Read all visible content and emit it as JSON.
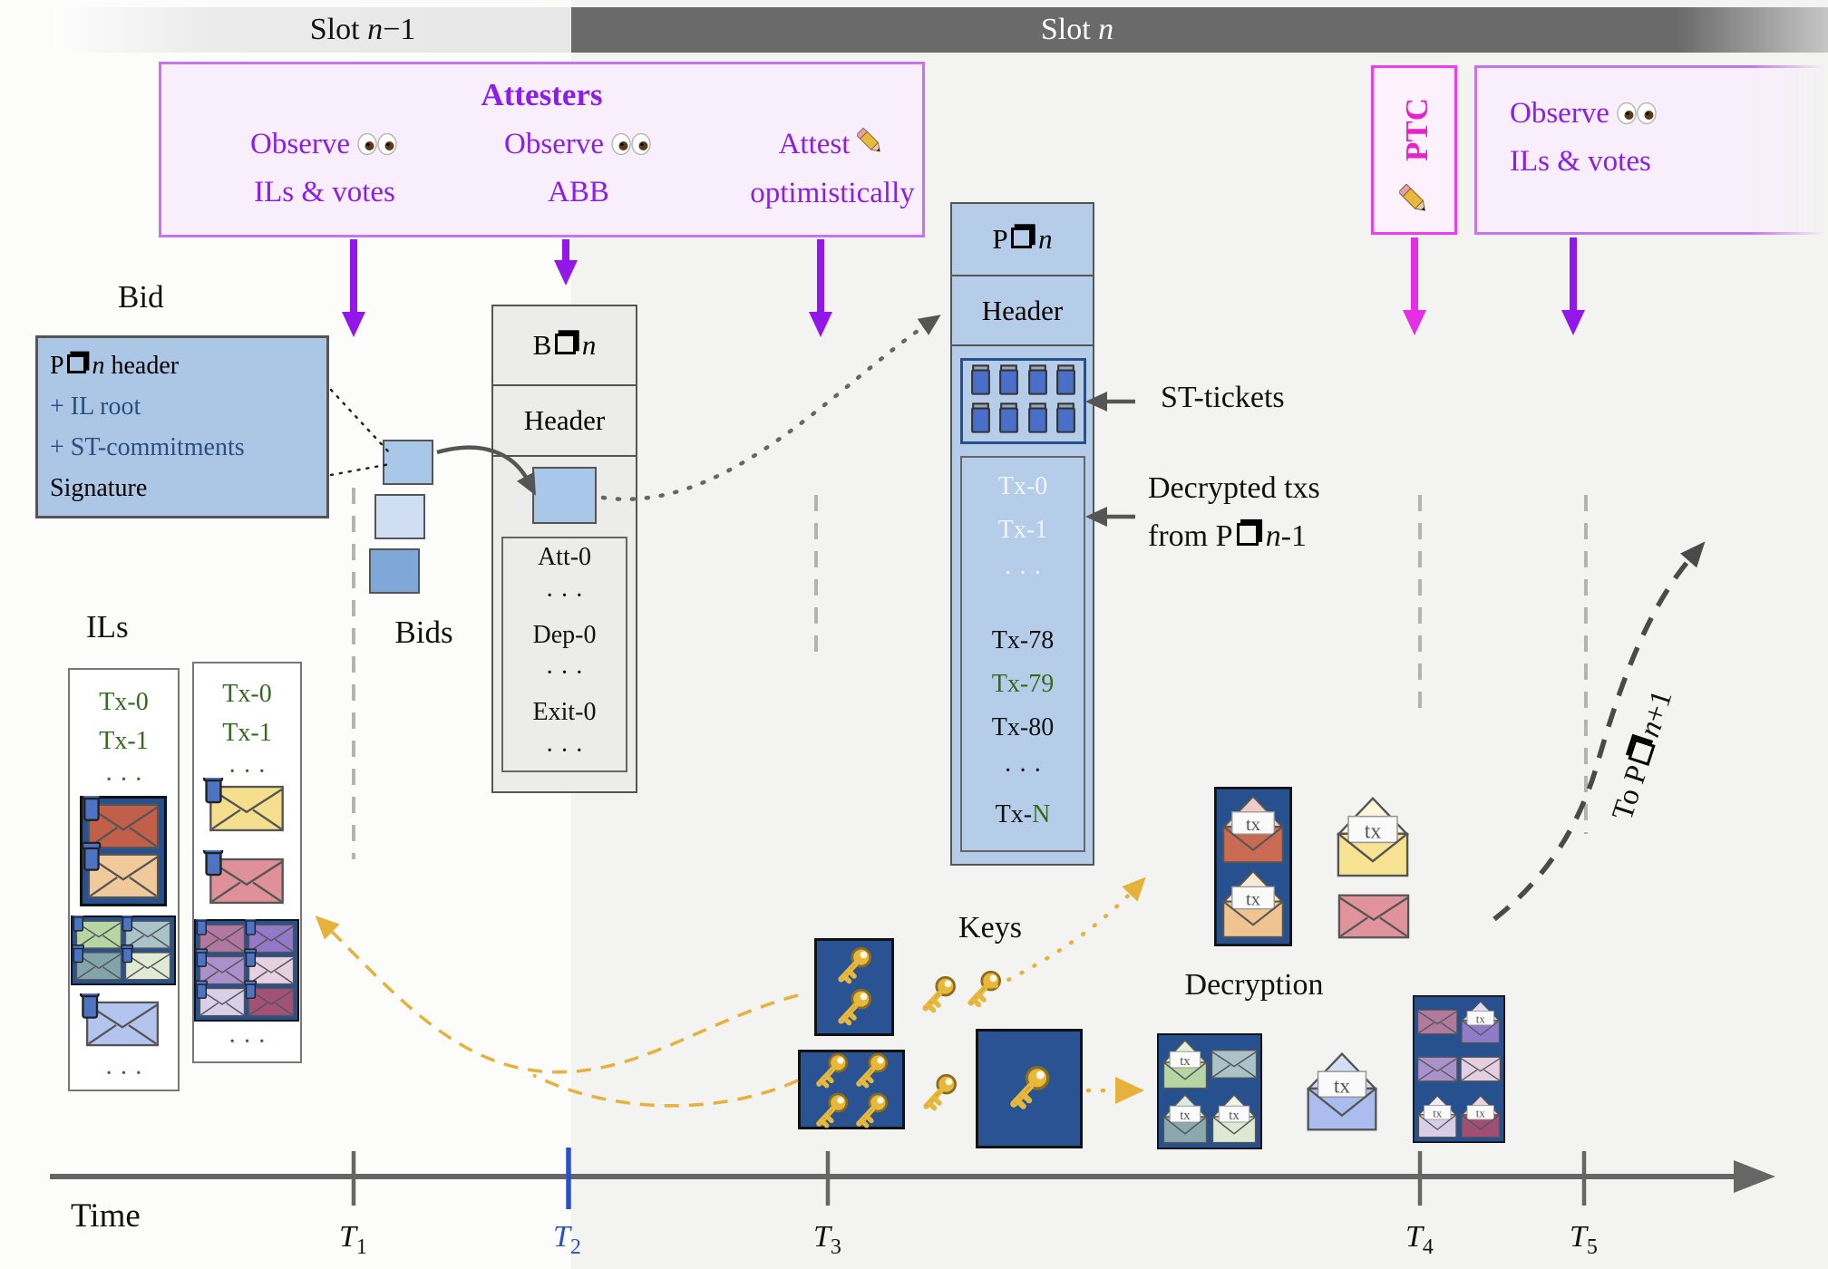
{
  "slots": {
    "prev_word": "Slot",
    "prev_var": "n",
    "prev_suffix": "−1",
    "cur_word": "Slot",
    "cur_var": "n"
  },
  "attesters": {
    "title": "Attesters",
    "col1_line1": "Observe",
    "col1_line2": "ILs & votes",
    "col2_line1": "Observe",
    "col2_line2": "ABB",
    "col3_line1": "Attest",
    "col3_line2": "optimistically"
  },
  "ptc": {
    "label": "PTC"
  },
  "observer_right": {
    "line1": "Observe",
    "line2": "ILs & votes"
  },
  "bid": {
    "label": "Bid",
    "row1_pre": "P",
    "row1_var": "n",
    "row1_post": "header",
    "row2": "+ IL root",
    "row3": "+ ST-commitments",
    "row4": "Signature",
    "bids_label": "Bids"
  },
  "b_block": {
    "title_pre": "B",
    "title_var": "n",
    "header": "Header",
    "rows": [
      {
        "t": "Att-0",
        "c": "k"
      },
      {
        "t": "· · ·",
        "c": "k"
      },
      {
        "t": "Dep-0",
        "c": "k"
      },
      {
        "t": "· · ·",
        "c": "k"
      },
      {
        "t": "Exit-0",
        "c": "k"
      },
      {
        "t": "· · ·",
        "c": "k"
      }
    ]
  },
  "p_block": {
    "title_pre": "P",
    "title_var": "n",
    "header": "Header",
    "st_ticket_count": 8,
    "rows": [
      {
        "t": "Tx-0",
        "c": "w"
      },
      {
        "t": "Tx-1",
        "c": "w"
      },
      {
        "t": "· · ·",
        "c": "w"
      },
      {
        "t": "Tx-78",
        "c": "k",
        "sp": true
      },
      {
        "t": "Tx-79",
        "c": "g"
      },
      {
        "t": "Tx-80",
        "c": "k"
      },
      {
        "t": "· · ·",
        "c": "k"
      },
      {
        "t": "Tx-",
        "c": "k",
        "t2": "N",
        "c2": "g"
      }
    ]
  },
  "st_label": "ST-tickets",
  "decrypted_label": {
    "line1": "Decrypted txs",
    "line2_pre": "from P",
    "line2_var": "n",
    "line2_suf": "-1"
  },
  "to_next": {
    "pre": "To P",
    "var": "n",
    "suf": "+1"
  },
  "il_section": {
    "ils_label": "ILs",
    "lists": [
      {
        "txs": [
          {
            "t": "Tx-0",
            "c": "g"
          },
          {
            "t": "Tx-1",
            "c": "g"
          },
          {
            "t": "· · ·",
            "c": "g"
          }
        ],
        "more": "· · ·",
        "groups": [
          {
            "frame": true,
            "cols": 1,
            "envs": [
              {
                "color": "#c25f4a",
                "tag": true
              },
              {
                "color": "#f0ca9b",
                "tag": true
              }
            ]
          },
          {
            "frame": true,
            "cols": 2,
            "envs": [
              {
                "color": "#b8d6a4",
                "tag": true
              },
              {
                "color": "#a9c3ca",
                "tag": true
              },
              {
                "color": "#84a4ab",
                "tag": true
              },
              {
                "color": "#dfebd5",
                "tag": true
              }
            ]
          },
          {
            "frame": false,
            "cols": 1,
            "envs": [
              {
                "color": "#b3c5ee",
                "tag": true
              }
            ]
          }
        ]
      },
      {
        "txs": [
          {
            "t": "Tx-0",
            "c": "g"
          },
          {
            "t": "Tx-1",
            "c": "g"
          },
          {
            "t": "· · ·",
            "c": "g"
          }
        ],
        "more": "· · ·",
        "groups": [
          {
            "frame": false,
            "cols": 1,
            "envs": [
              {
                "color": "#f5df8e",
                "tag": true
              }
            ]
          },
          {
            "frame": false,
            "cols": 1,
            "envs": [
              {
                "color": "#e09099",
                "tag": true
              }
            ]
          },
          {
            "frame": true,
            "cols": 2,
            "envs": [
              {
                "color": "#b177a0",
                "tag": true
              },
              {
                "color": "#9379c7",
                "tag": true
              },
              {
                "color": "#ab90cc",
                "tag": true
              },
              {
                "color": "#e5d1e2",
                "tag": true
              },
              {
                "color": "#d9cfe8",
                "tag": true
              },
              {
                "color": "#a25276",
                "tag": true
              }
            ]
          }
        ]
      }
    ]
  },
  "keys": {
    "label": "Keys",
    "boxes": [
      2,
      4,
      1
    ]
  },
  "decryption": {
    "label": "Decryption",
    "envelope_tx_label": "tx",
    "groups": [
      {
        "frame": true,
        "cols": 1,
        "envs": [
          {
            "open": true,
            "color": "#c96a52",
            "flap": "#eecdc7"
          },
          {
            "open": true,
            "color": "#f0c490",
            "flap": "#f9e8d3"
          }
        ]
      },
      {
        "frame": false,
        "cols": 1,
        "envs": [
          {
            "open": true,
            "color": "#f7e391",
            "flap": "#fdf6dc"
          }
        ]
      },
      {
        "frame": false,
        "cols": 1,
        "envs": [
          {
            "color": "#e0939b"
          }
        ]
      },
      {
        "frame": true,
        "cols": 2,
        "envs": [
          {
            "open": true,
            "color": "#b5d6a2",
            "flap": "#e3f0d8"
          },
          {
            "color": "#a9c3c9"
          },
          {
            "open": true,
            "color": "#8aa8ad",
            "flap": "#dde8e4"
          },
          {
            "open": true,
            "color": "#dcead5",
            "flap": "#eef5e8"
          }
        ]
      },
      {
        "frame": false,
        "cols": 1,
        "envs": [
          {
            "open": true,
            "color": "#aabdee",
            "flap": "#d3def7"
          }
        ]
      },
      {
        "frame": true,
        "cols": 2,
        "envs": [
          {
            "color": "#b07a9e"
          },
          {
            "open": true,
            "color": "#8f7cc9",
            "flap": "#ded8f0"
          },
          {
            "color": "#a991c9"
          },
          {
            "color": "#e3cfe0"
          },
          {
            "open": true,
            "color": "#d8cfe6",
            "flap": "#efeaf6"
          },
          {
            "open": true,
            "color": "#9e4f73",
            "flap": "#e8d3de"
          }
        ]
      }
    ]
  },
  "timeline": {
    "time_label": "Time",
    "labels": [
      {
        "t": "T",
        "sub": "1"
      },
      {
        "t": "T",
        "sub": "2"
      },
      {
        "t": "T",
        "sub": "3"
      },
      {
        "t": "T",
        "sub": "4"
      },
      {
        "t": "T",
        "sub": "5"
      }
    ]
  },
  "colors": {
    "accent_purple": "#8b1fe8",
    "accent_magenta": "#e623c8",
    "slot_bar_dark": "#6a6a6a",
    "bid_blue": "#abc7e5",
    "p_block_blue": "#b6cde9",
    "navy_frame": "#27508f",
    "tx_green": "#35691f",
    "key_yellow": "#e6b23c",
    "timeline_gray": "#666666",
    "t2_blue": "#2a52c8"
  }
}
